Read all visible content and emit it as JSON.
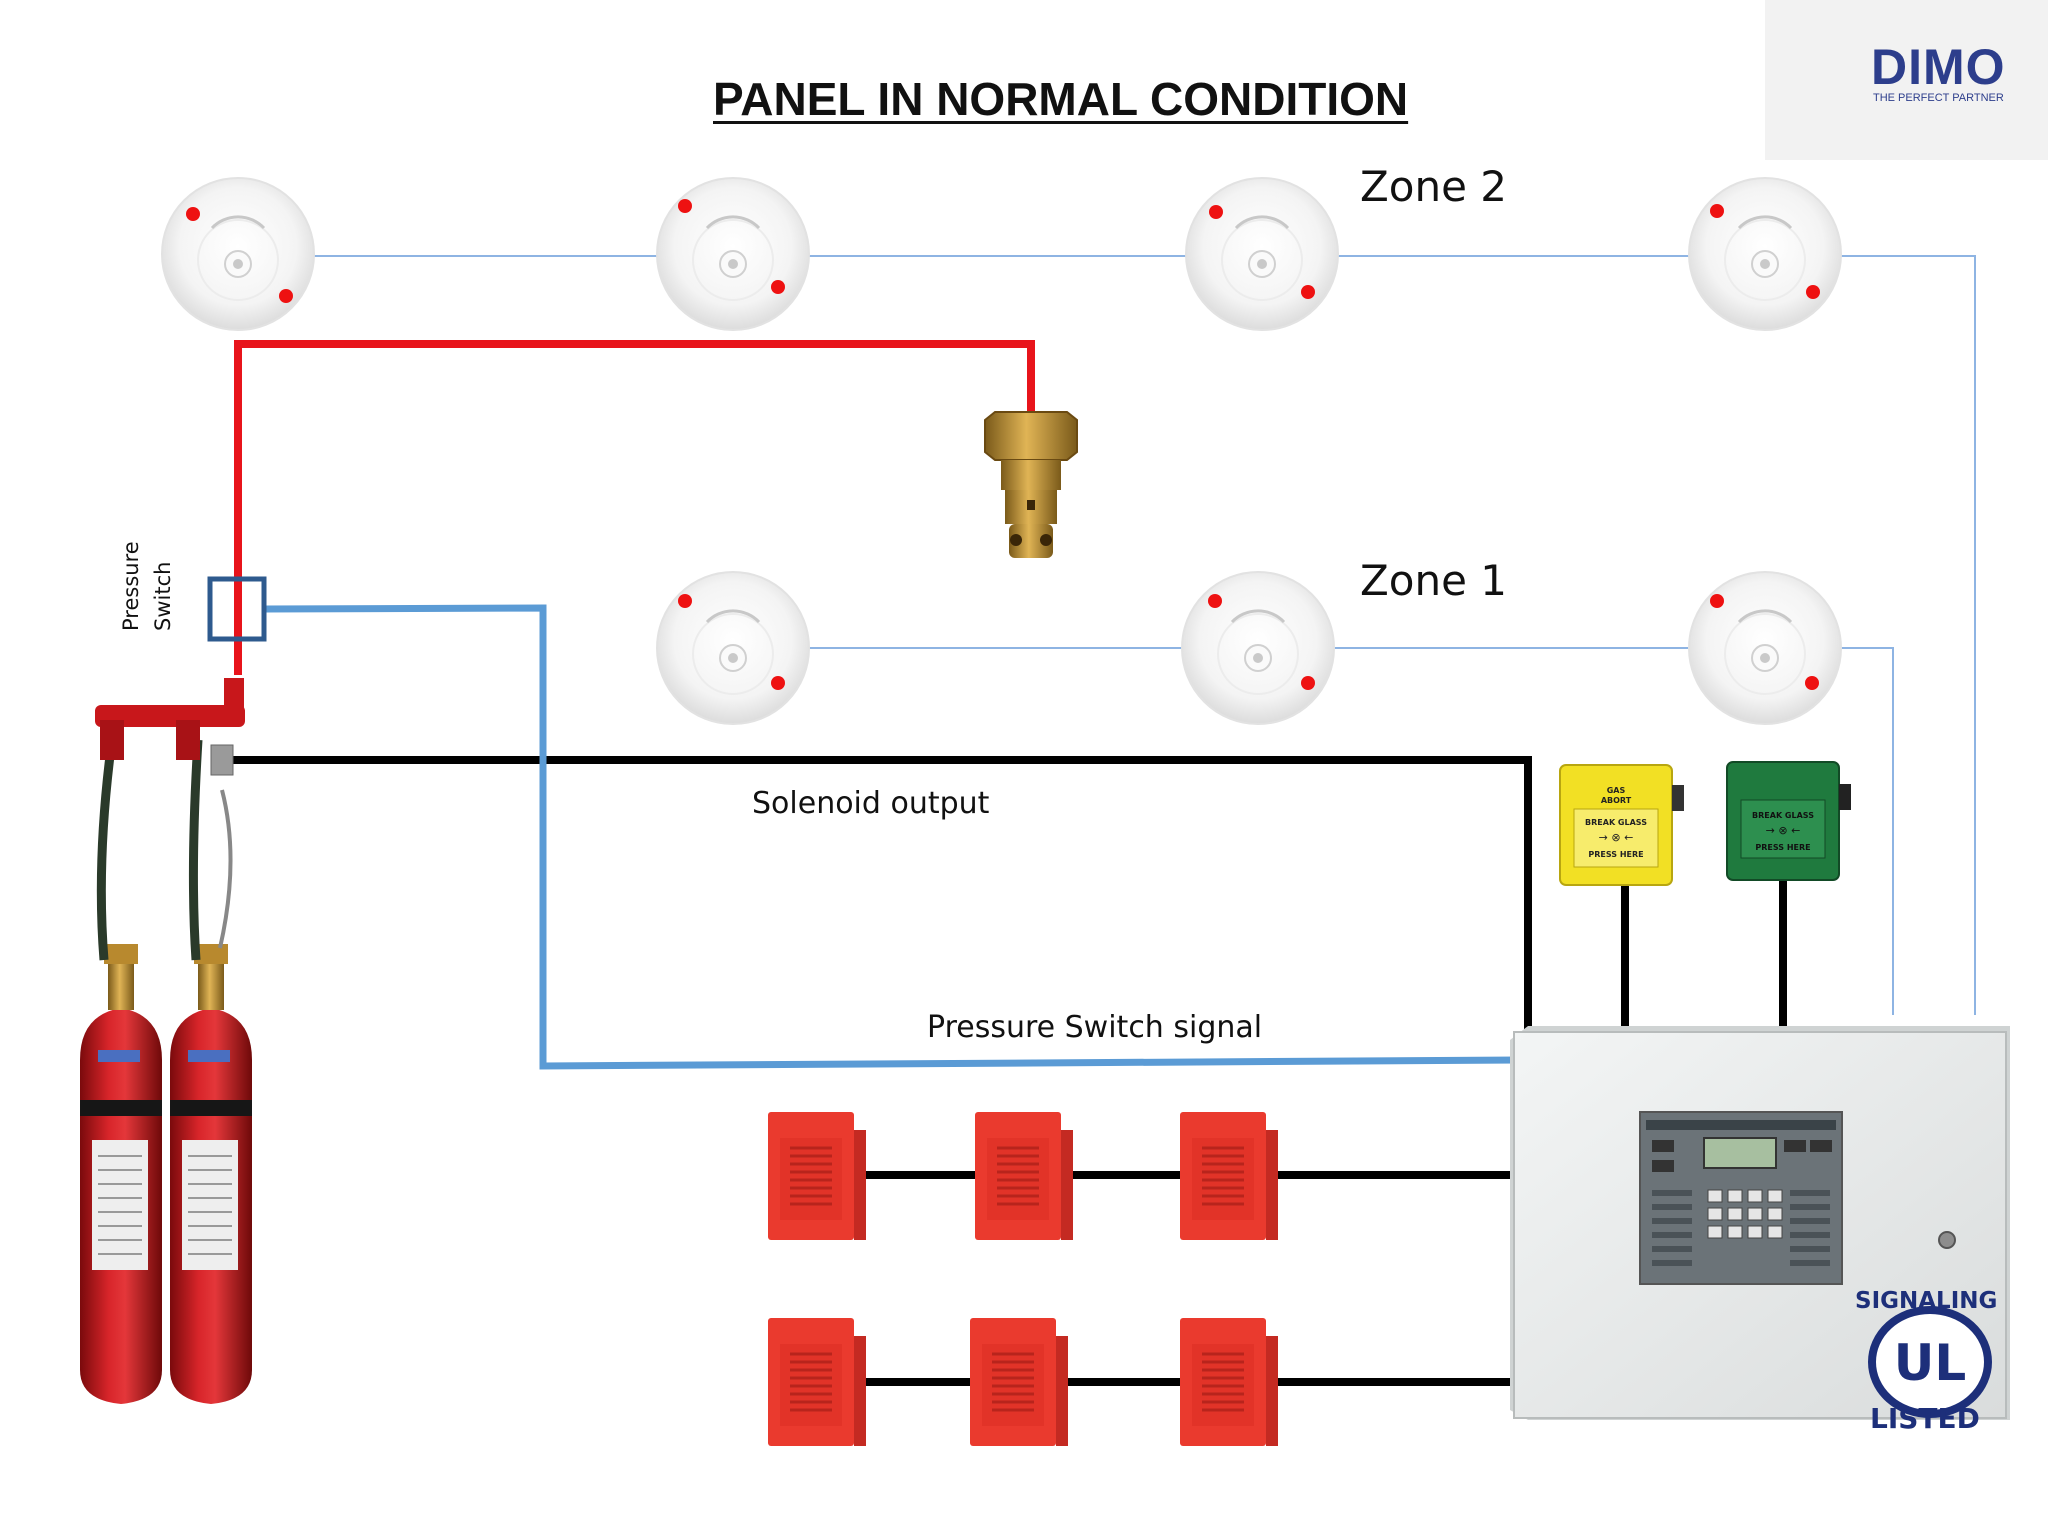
{
  "title": "PANEL IN NORMAL CONDITION",
  "logo": {
    "name": "DIMO",
    "tagline": "THE PERFECT PARTNER"
  },
  "zones": [
    {
      "label": "Zone 2",
      "detector_count": 4
    },
    {
      "label": "Zone 1",
      "detector_count": 3
    }
  ],
  "pressure_switch": {
    "label_line1": "Pressure",
    "label_line2": "Switch"
  },
  "wires": {
    "solenoid": "Solenoid output",
    "pressure_signal": "Pressure Switch signal"
  },
  "call_points": {
    "abort": {
      "line1": "GAS",
      "line2": "ABORT",
      "line3": "BREAK GLASS",
      "line4": "PRESS HERE"
    },
    "release": {
      "line1": "BREAK GLASS",
      "line2": "PRESS HERE"
    }
  },
  "certification": {
    "top": "SIGNALING",
    "mark": "UL",
    "bottom": "LISTED"
  },
  "colors": {
    "red_pipe": "#e8141b",
    "signal_wire": "#5b9bd5",
    "zone_wire": "#8eb4e3",
    "black_wire": "#000000",
    "detector_led": "#ee1111",
    "cylinder": "#c8171b",
    "sounder": "#ea3a2e",
    "abort_box": "#f2e024",
    "release_box": "#1f7a3e",
    "panel": "#e9ecec",
    "brand": "#2d3e8c",
    "logo_green": "#9cc43a"
  },
  "icons": {
    "detector": "smoke-detector-icon",
    "nozzle": "discharge-nozzle-icon",
    "cylinder": "gas-cylinder-icon",
    "sounder": "sounder-icon",
    "call_point": "manual-call-point-icon",
    "panel": "control-panel-icon"
  }
}
